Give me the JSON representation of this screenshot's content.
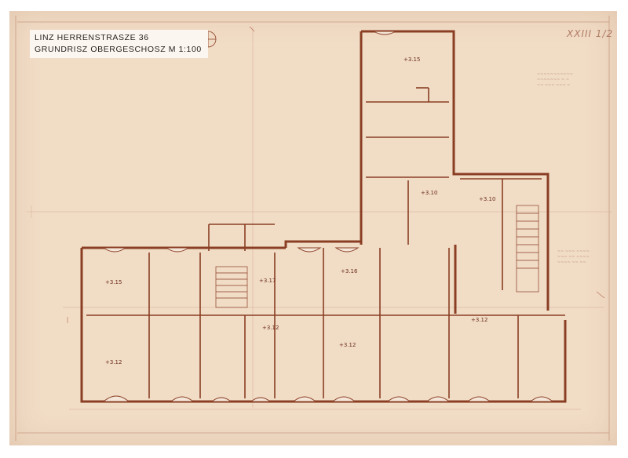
{
  "document": {
    "title_line1": "LINZ   HERRENSTRASZE 36",
    "title_line2": "GRUNDRISZ OBERGESCHOSZ  M 1:100",
    "sheet_number": "XXIII 1/2"
  },
  "room_levels": [
    "+3.15",
    "+3.15",
    "+3.10",
    "+3.10",
    "+3.17",
    "+3.16",
    "+3.12",
    "+3.12",
    "+3.12",
    "+3.12"
  ],
  "colors": {
    "paper": "#f1dcc6",
    "ink": "#8a3e24",
    "faint_ink": "#c99a82",
    "label_bg": "#fbf6f0"
  },
  "icons": [
    "north-arrow-icon",
    "staircase-icon"
  ]
}
